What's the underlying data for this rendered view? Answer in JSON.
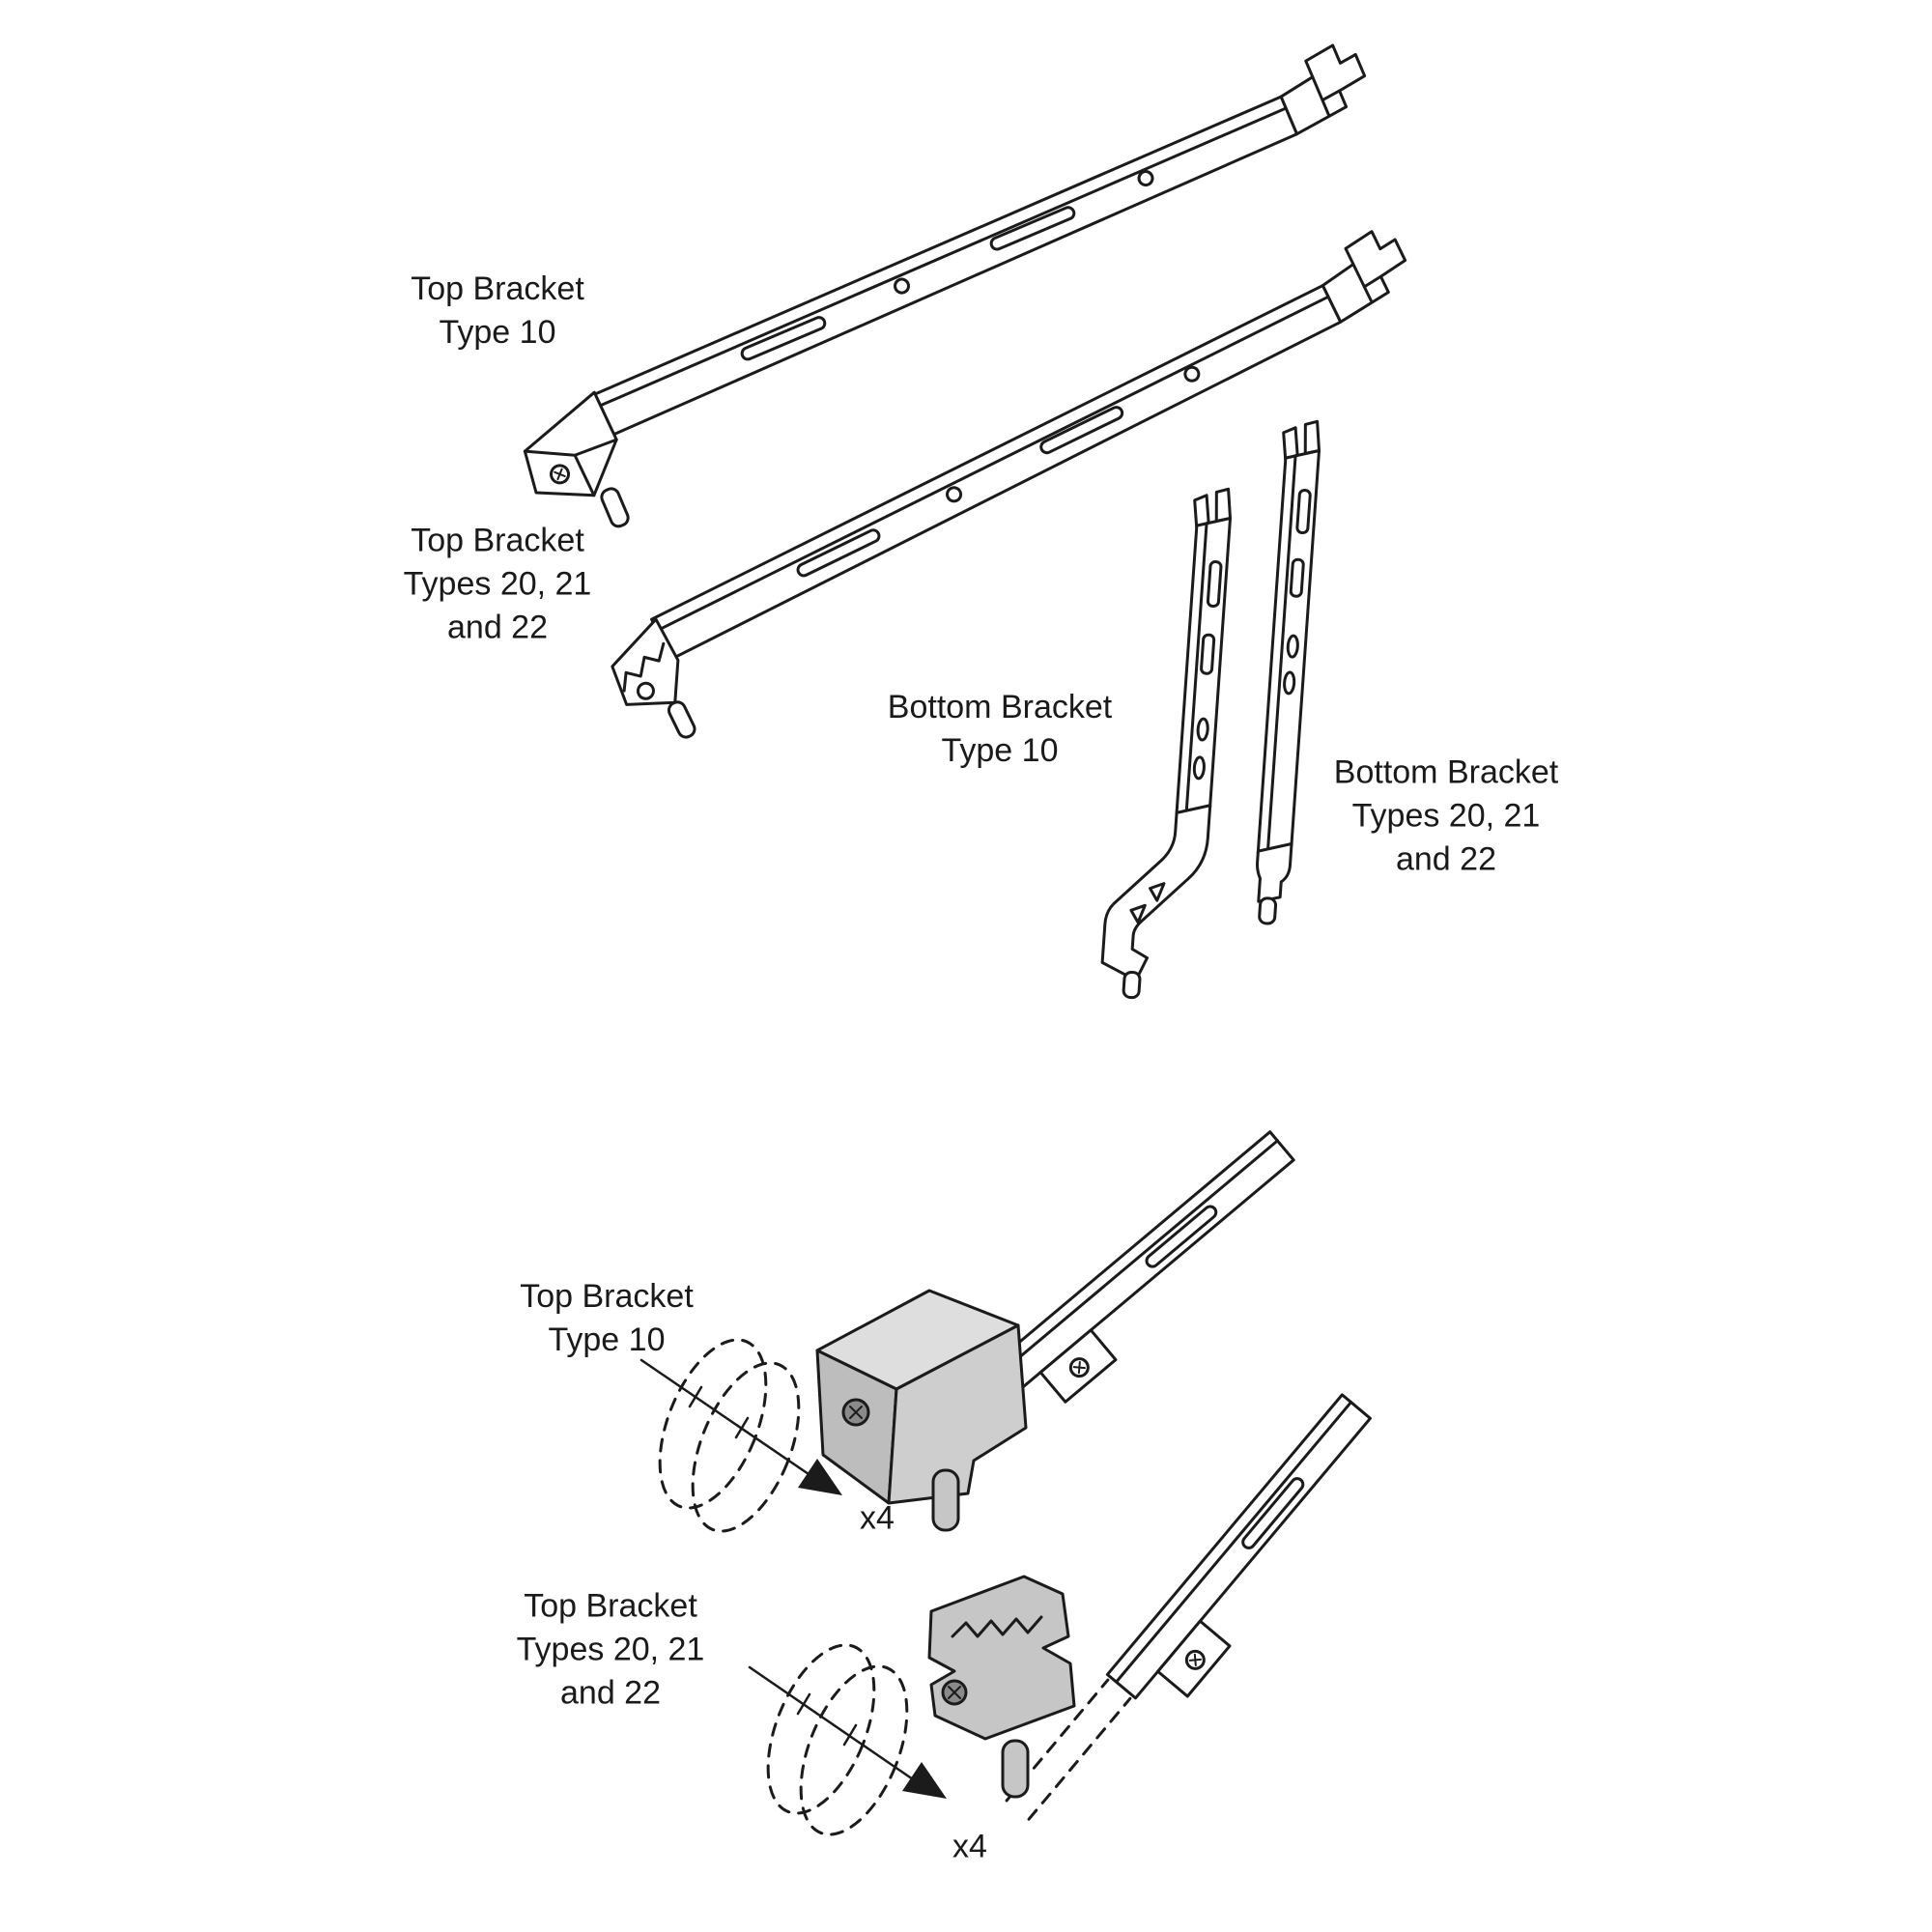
{
  "meta": {
    "background_color": "#ffffff",
    "line_color": "#1b1b1b",
    "shade_color": "#c6c6c6"
  },
  "parts_overview": {
    "top_bracket_type_10": {
      "label": "Top Bracket\nType 10"
    },
    "top_bracket_types_20_21_22": {
      "label": "Top Bracket\nTypes 20, 21\nand 22"
    },
    "bottom_bracket_type_10": {
      "label": "Bottom Bracket\nType 10"
    },
    "bottom_bracket_types_20_21_22": {
      "label": "Bottom Bracket\nTypes 20, 21\nand 22"
    }
  },
  "assembly": {
    "top_bracket_type_10": {
      "label": "Top Bracket\nType 10",
      "quantity": "x4"
    },
    "top_bracket_types_20_21_22": {
      "label": "Top Bracket\nTypes 20, 21\nand 22",
      "quantity": "x4"
    }
  }
}
